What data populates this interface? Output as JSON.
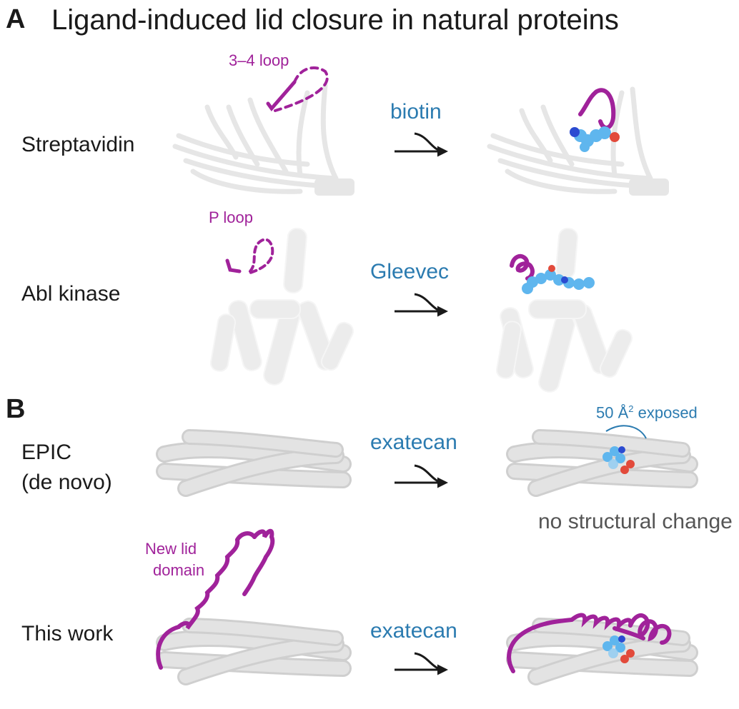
{
  "panel_a": {
    "letter": "A",
    "title": "Ligand-induced lid closure in natural proteins",
    "rows": [
      {
        "protein": "Streptavidin",
        "loop_label": "3–4 loop",
        "ligand": "biotin"
      },
      {
        "protein": "Abl kinase",
        "loop_label": "P loop",
        "ligand": "Gleevec"
      }
    ]
  },
  "panel_b": {
    "letter": "B",
    "rows": [
      {
        "protein_line1": "EPIC",
        "protein_line2": "(de novo)",
        "ligand": "exatecan",
        "exposed_value": "50 Å",
        "exposed_sup": "2",
        "exposed_suffix": " exposed",
        "note": "no structural change"
      },
      {
        "protein": "This work",
        "ligand": "exatecan",
        "lid_label_line1": "New lid",
        "lid_label_line2": "domain"
      }
    ]
  },
  "colors": {
    "ligand_text": "#2b7bb0",
    "lid": "#a0229a",
    "protein": "#d9d9d9",
    "ligand_atoms": "#5fb6ee"
  }
}
